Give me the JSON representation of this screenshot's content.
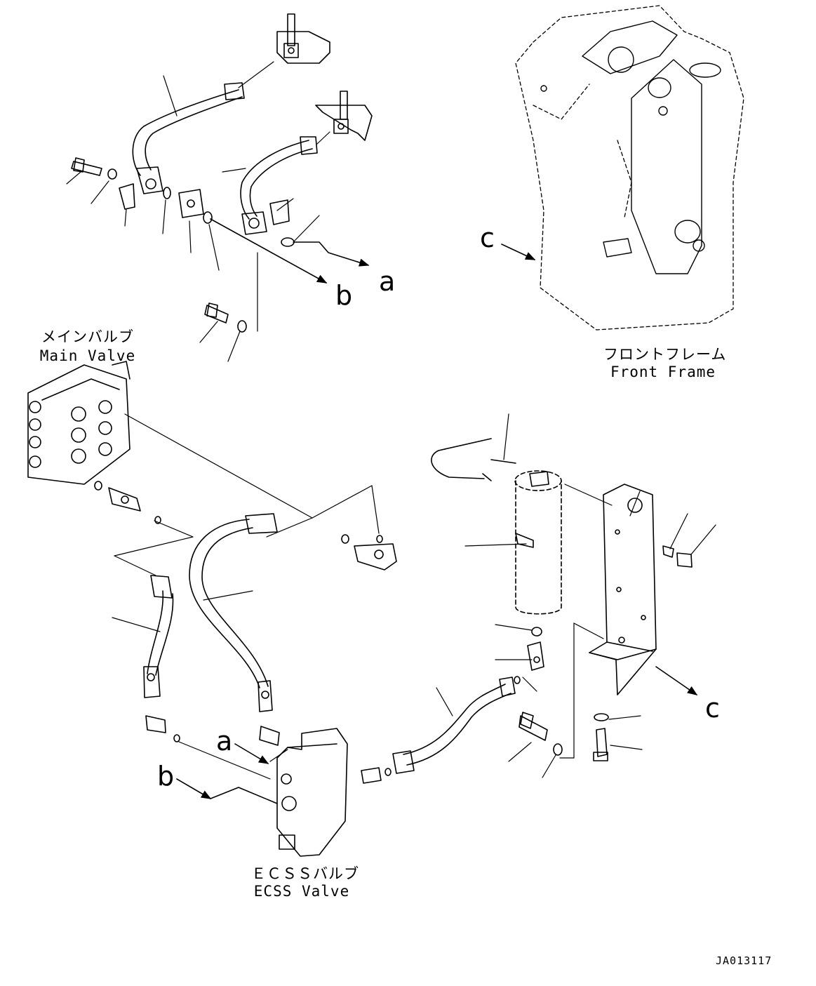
{
  "labels": {
    "main_valve_jp": "メインバルブ",
    "main_valve_en": "Main Valve",
    "front_frame_jp": "フロントフレーム",
    "front_frame_en": "Front Frame",
    "ecss_valve_jp": "ＥＣＳＳバルブ",
    "ecss_valve_en": "ECSS Valve",
    "drawing_code": "JA013117"
  },
  "arrow_refs": {
    "a_top": "a",
    "b_top": "b",
    "c_frame": "c",
    "a_ecss": "a",
    "b_ecss": "b",
    "c_bracket": "c"
  }
}
